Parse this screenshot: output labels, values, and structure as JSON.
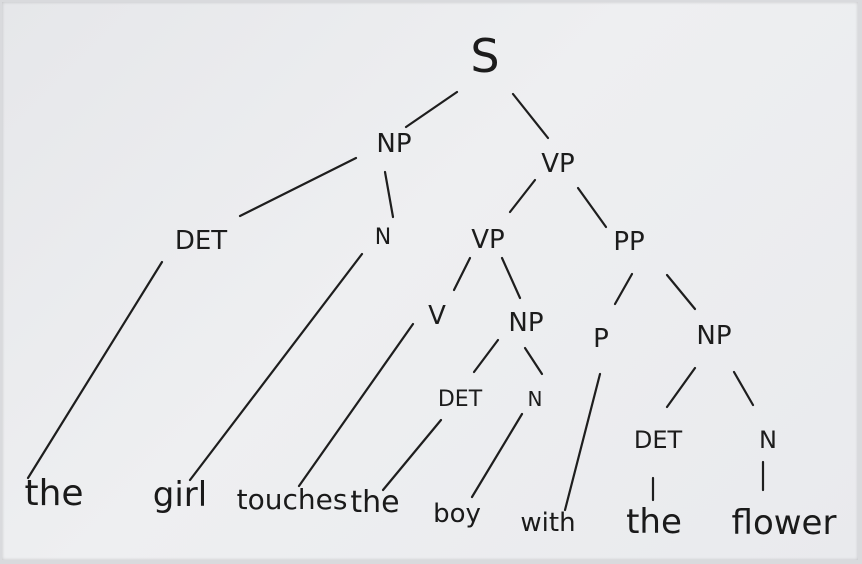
{
  "tree": {
    "nodes": [
      {
        "id": "s",
        "label": "S"
      },
      {
        "id": "np1",
        "label": "NP"
      },
      {
        "id": "vp1",
        "label": "VP"
      },
      {
        "id": "det1",
        "label": "DET"
      },
      {
        "id": "n1",
        "label": "N"
      },
      {
        "id": "vp2",
        "label": "VP"
      },
      {
        "id": "pp",
        "label": "PP"
      },
      {
        "id": "v",
        "label": "V"
      },
      {
        "id": "np2",
        "label": "NP"
      },
      {
        "id": "p",
        "label": "P"
      },
      {
        "id": "np3",
        "label": "NP"
      },
      {
        "id": "det2",
        "label": "DET"
      },
      {
        "id": "n2",
        "label": "N"
      },
      {
        "id": "det3",
        "label": "DET"
      },
      {
        "id": "n3",
        "label": "N"
      }
    ],
    "words": [
      {
        "id": "w1",
        "label": "the"
      },
      {
        "id": "w2",
        "label": "girl"
      },
      {
        "id": "w3",
        "label": "touches"
      },
      {
        "id": "w4",
        "label": "the"
      },
      {
        "id": "w5",
        "label": "boy"
      },
      {
        "id": "w6",
        "label": "with"
      },
      {
        "id": "w7",
        "label": "the"
      },
      {
        "id": "w8",
        "label": "flower"
      }
    ],
    "edges": [
      [
        "s",
        "np1"
      ],
      [
        "s",
        "vp1"
      ],
      [
        "np1",
        "det1"
      ],
      [
        "np1",
        "n1"
      ],
      [
        "vp1",
        "vp2"
      ],
      [
        "vp1",
        "pp"
      ],
      [
        "vp2",
        "v"
      ],
      [
        "vp2",
        "np2"
      ],
      [
        "np2",
        "det2"
      ],
      [
        "np2",
        "n2"
      ],
      [
        "pp",
        "p"
      ],
      [
        "pp",
        "np3"
      ],
      [
        "np3",
        "det3"
      ],
      [
        "np3",
        "n3"
      ],
      [
        "det1",
        "w1"
      ],
      [
        "n1",
        "w2"
      ],
      [
        "v",
        "w3"
      ],
      [
        "det2",
        "w4"
      ],
      [
        "n2",
        "w5"
      ],
      [
        "p",
        "w6"
      ],
      [
        "det3",
        "w7"
      ],
      [
        "n3",
        "w8"
      ]
    ]
  }
}
